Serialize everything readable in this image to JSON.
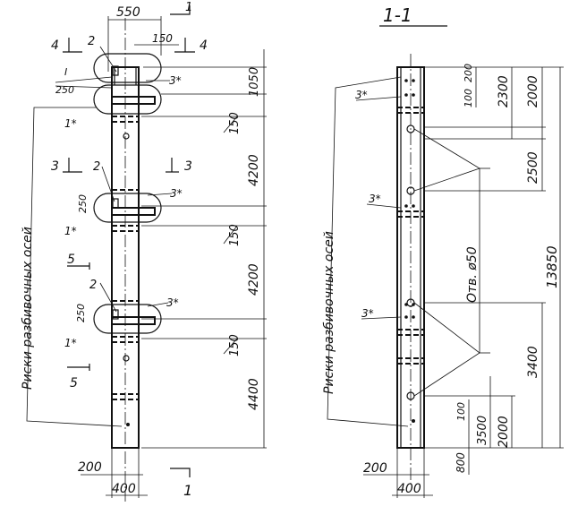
{
  "left_view": {
    "dims_top": {
      "width": "550",
      "offset": "150",
      "half_left": "200",
      "full": "400"
    },
    "section_marks": {
      "s1": "1",
      "s4": "4",
      "s3": "3",
      "s5": "5"
    },
    "callouts": {
      "c2": "2",
      "c3": "3*",
      "c1": "1*",
      "roman": "I"
    },
    "small_dims": {
      "d250": "250"
    },
    "right_dims": {
      "r1050": "1050",
      "r150": "150",
      "r4200": "4200",
      "r4400": "4400"
    },
    "vertical_label": "Риски разбивочных осей"
  },
  "right_view": {
    "title": "1-1",
    "callout": "3*",
    "dims": {
      "d200": "200",
      "d100": "100",
      "d2300": "2300",
      "d2000": "2000",
      "d2500": "2500",
      "d13850": "13850",
      "d3400": "3400",
      "d3500": "3500",
      "d800": "800",
      "d400": "400"
    },
    "hole_label": "Отв. ø50",
    "vertical_label": "Риски разбивочных осей"
  }
}
